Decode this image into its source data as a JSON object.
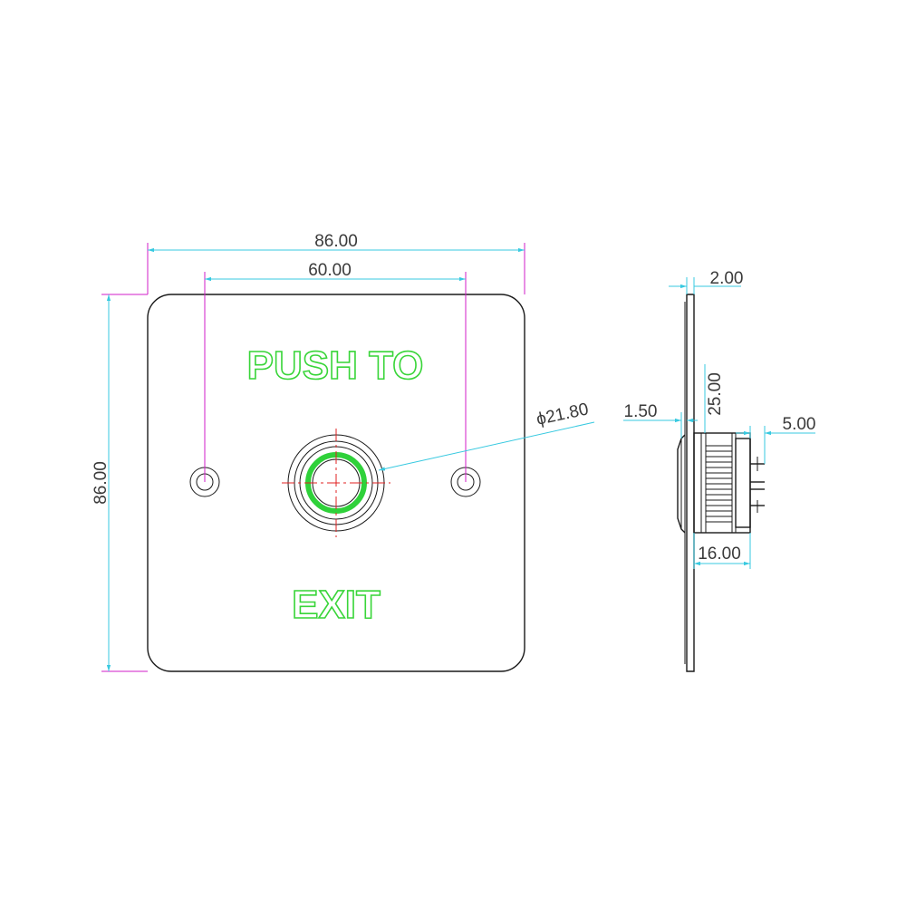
{
  "front_view": {
    "text_top": "PUSH TO",
    "text_bottom": "EXIT",
    "dim_width": "86.00",
    "dim_hole_spacing": "60.00",
    "dim_height": "86.00",
    "dim_button_diameter": "ϕ21.80"
  },
  "side_view": {
    "dim_plate_thickness": "2.00",
    "dim_bezel": "1.50",
    "dim_thread_diameter": "25.00",
    "dim_terminal": "5.00",
    "dim_body_length": "16.00"
  },
  "colors": {
    "outline": "#1a1a1a",
    "dimension_line": "#37c9e0",
    "extension_line": "#d21ec8",
    "center_line": "#e02020",
    "led_ring": "#39d539"
  }
}
